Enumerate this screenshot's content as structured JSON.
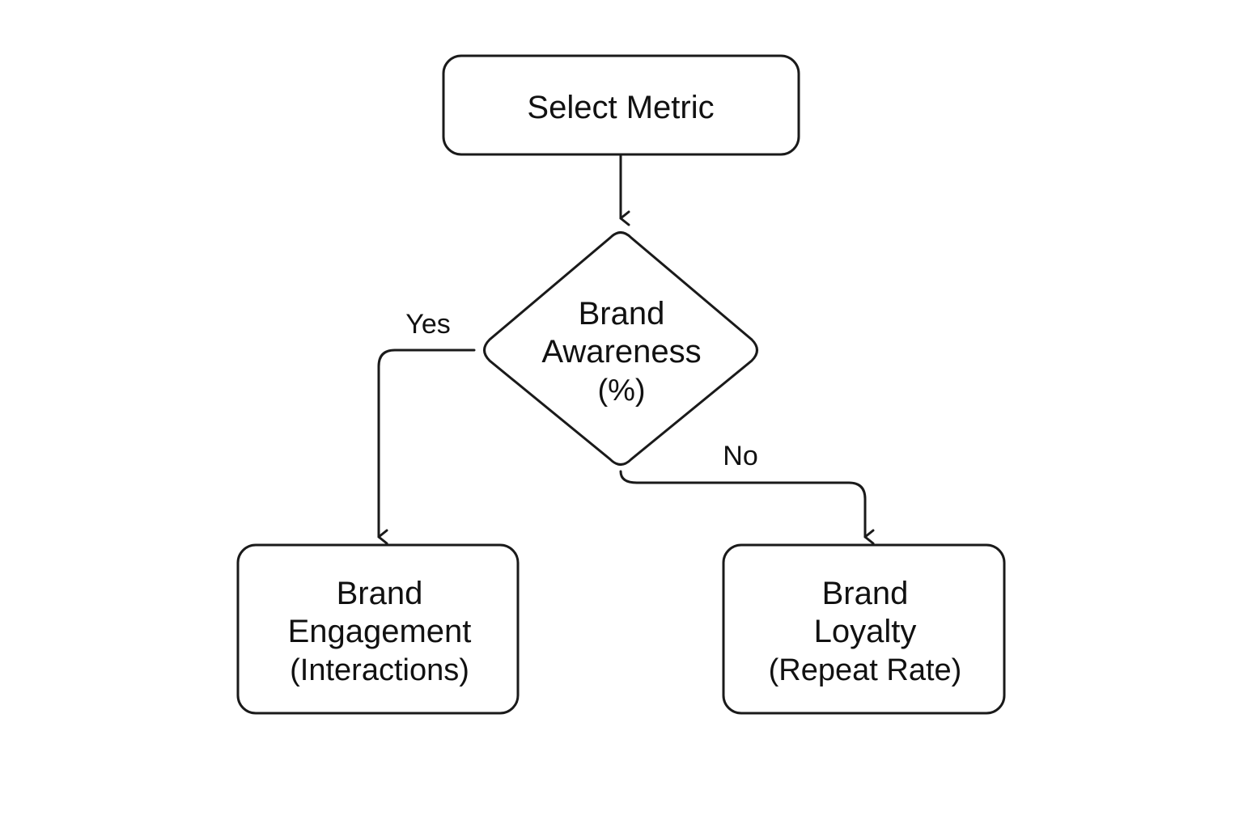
{
  "colors": {
    "stroke": "#1a1a1a",
    "text": "#111111",
    "background": "#ffffff"
  },
  "nodes": {
    "start": {
      "label": "Select Metric"
    },
    "decision": {
      "line1": "Brand",
      "line2": "Awareness",
      "line3": "(%)"
    },
    "engagement": {
      "line1": "Brand",
      "line2": "Engagement",
      "line3": "(Interactions)"
    },
    "loyalty": {
      "line1": "Brand",
      "line2": "Loyalty",
      "line3": "(Repeat Rate)"
    }
  },
  "edges": {
    "yes_label": "Yes",
    "no_label": "No"
  }
}
